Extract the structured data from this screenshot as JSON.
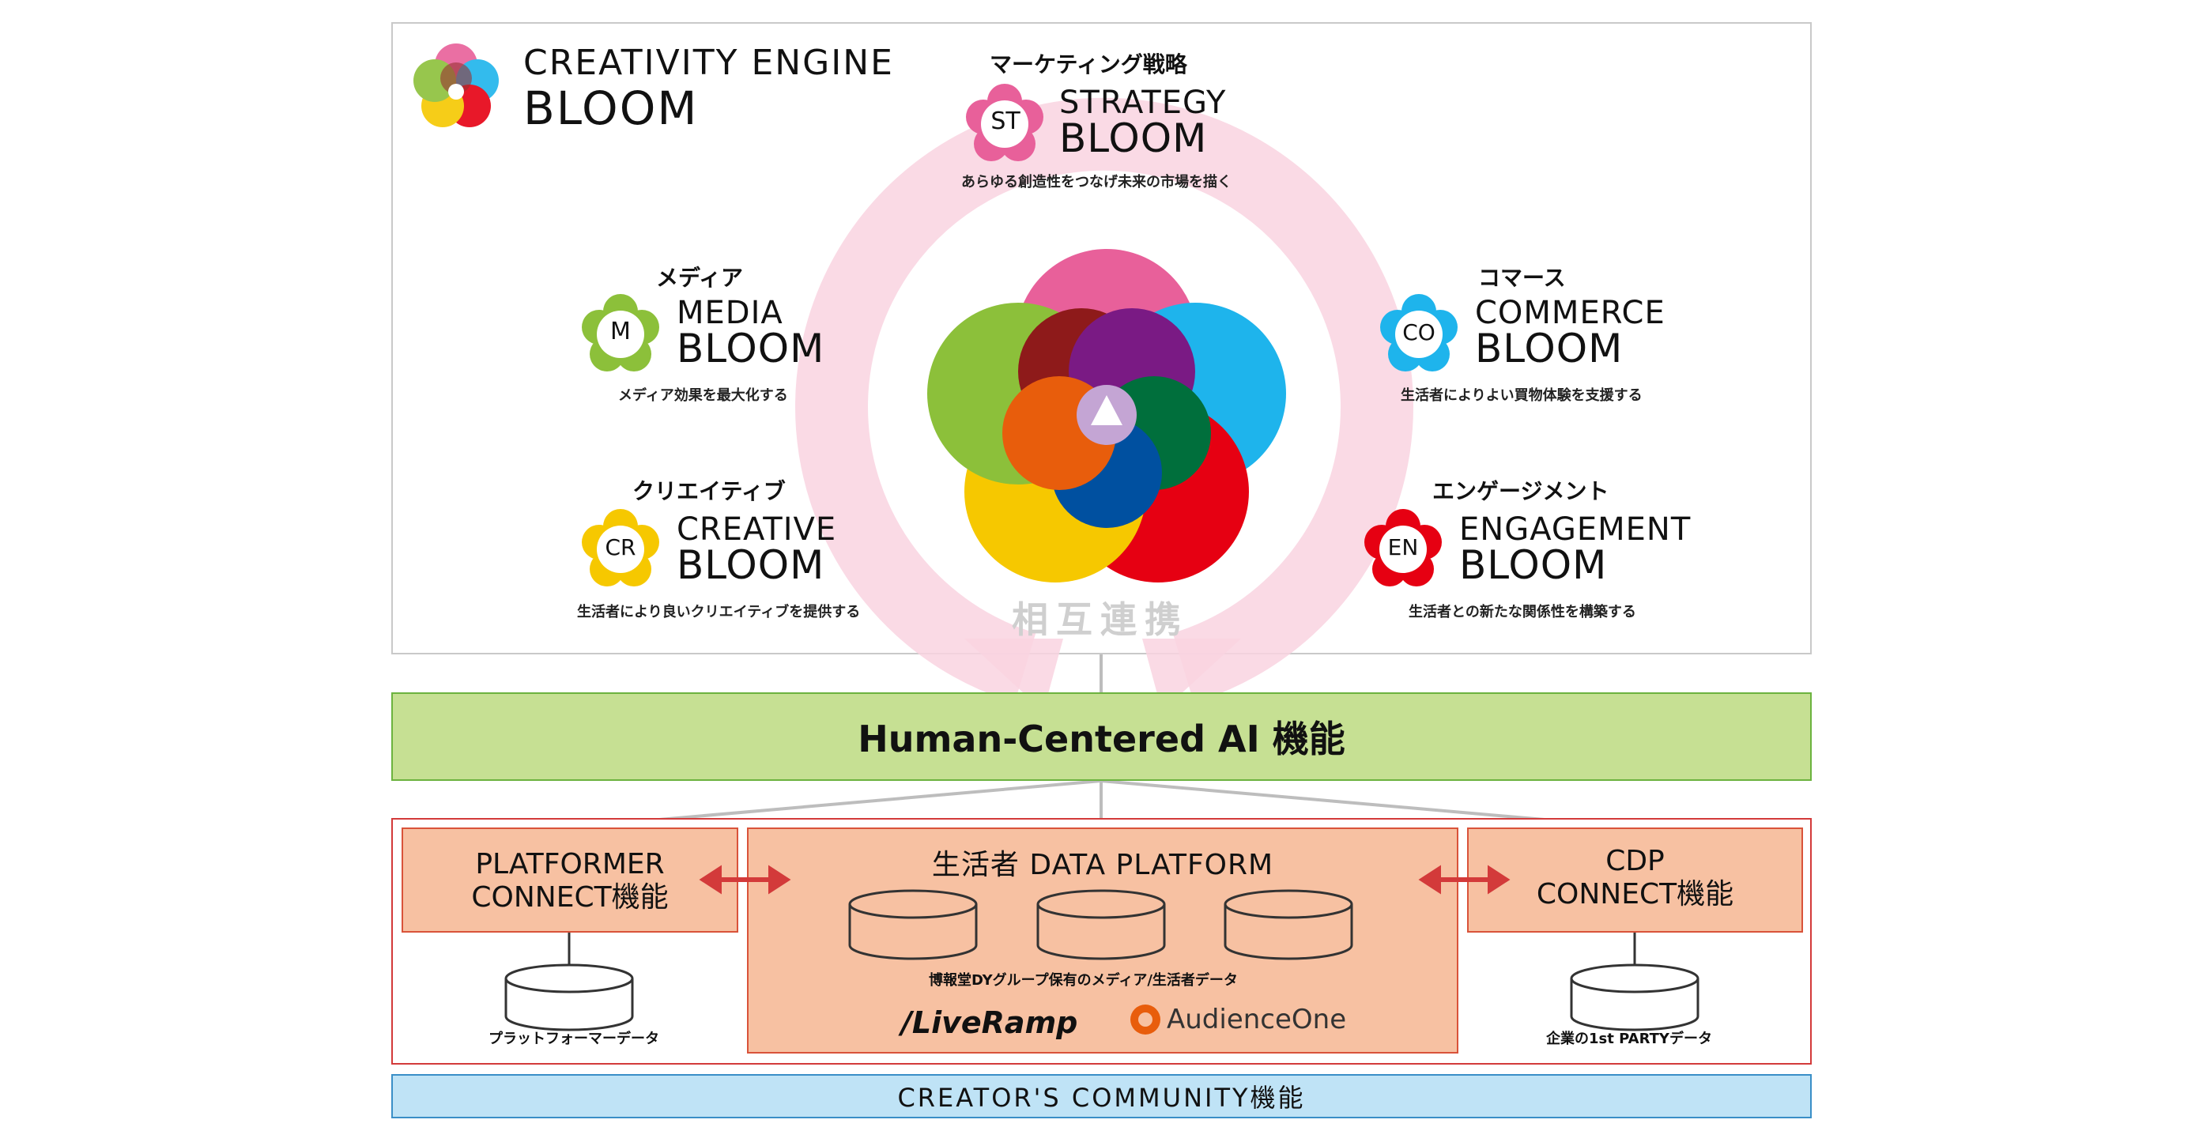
{
  "brand": {
    "line1": "CREATIVITY ENGINE",
    "line2": "BLOOM"
  },
  "modules": {
    "strategy": {
      "jp": "マーケティング戦略",
      "code": "ST",
      "en1": "STRATEGY",
      "en2": "BLOOM",
      "desc": "あらゆる創造性をつなげ未来の市場を描く",
      "color": "#e8609a"
    },
    "media": {
      "jp": "メディア",
      "code": "M",
      "en1": "MEDIA",
      "en2": "BLOOM",
      "desc": "メディア効果を最大化する",
      "color": "#8cc03a"
    },
    "commerce": {
      "jp": "コマース",
      "code": "CO",
      "en1": "COMMERCE",
      "en2": "BLOOM",
      "desc": "生活者によりよい買物体験を支援する",
      "color": "#1eb4ec"
    },
    "creative": {
      "jp": "クリエイティブ",
      "code": "CR",
      "en1": "CREATIVE",
      "en2": "BLOOM",
      "desc": "生活者により良いクリエイティブを提供する",
      "color": "#f6c800"
    },
    "engagement": {
      "jp": "エンゲージメント",
      "code": "EN",
      "en1": "ENGAGEMENT",
      "en2": "BLOOM",
      "desc": "生活者との新たな関係性を構築する",
      "color": "#e60012"
    }
  },
  "center_label": "相互連携",
  "ai_bar": "Human-Centered AI 機能",
  "platform": {
    "left": {
      "line1": "PLATFORMER",
      "line2": "CONNECT機能",
      "db_label": "プラットフォーマーデータ"
    },
    "center": {
      "title": "生活者 DATA PLATFORM",
      "db_label": "博報堂DYグループ保有のメディア/生活者データ",
      "partner1": "/LiveRamp",
      "partner2": "AudienceOne"
    },
    "right": {
      "line1": "CDP",
      "line2": "CONNECT機能",
      "db_label": "企業の1st PARTYデータ"
    }
  },
  "community_bar": "CREATOR'S COMMUNITY機能",
  "colors": {
    "arc": "#f9d3e0",
    "ai_fill": "#c6e093",
    "ai_border": "#6cb33f",
    "platform_border": "#d33a3a",
    "salmon": "#f7c1a2",
    "community_fill": "#bfe3f6",
    "arrow": "#d33a3a"
  }
}
